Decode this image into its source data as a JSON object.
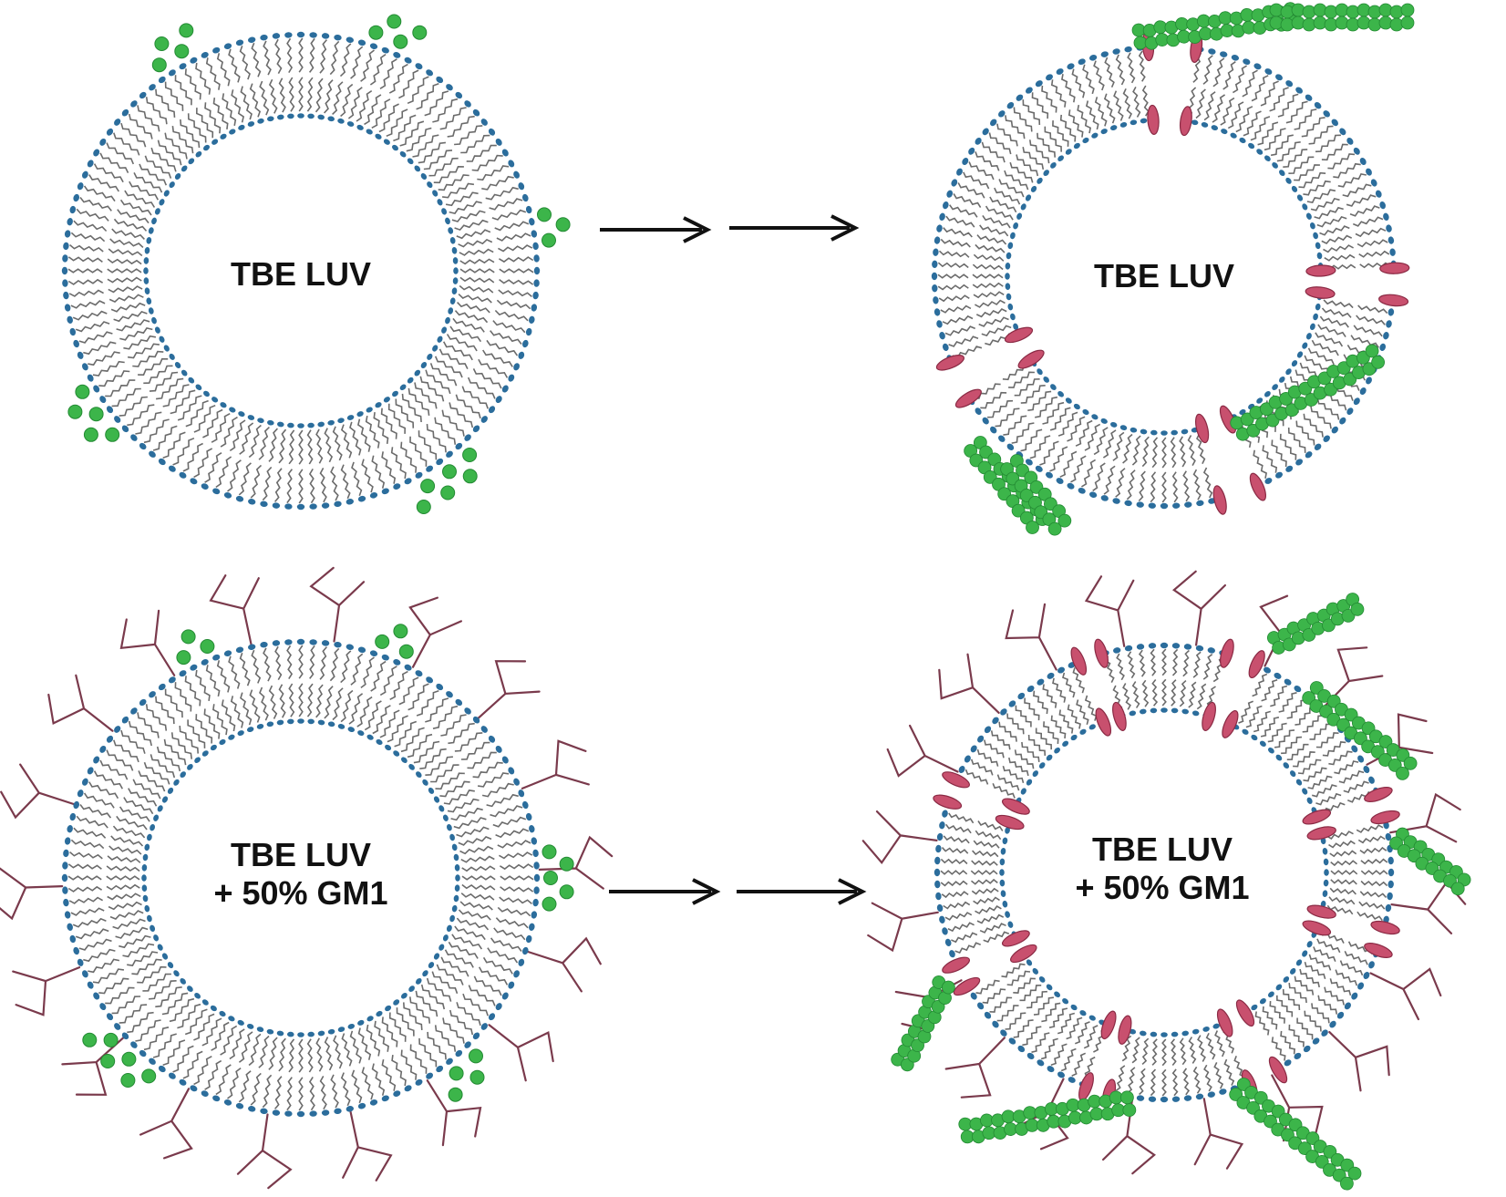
{
  "figure": {
    "panels": [
      {
        "id": "tl",
        "lines": [
          "TBE LUV"
        ],
        "state": "before",
        "gm1": false
      },
      {
        "id": "tr",
        "lines": [
          "TBE LUV"
        ],
        "state": "after",
        "gm1": false
      },
      {
        "id": "bl",
        "lines": [
          "TBE LUV",
          "+ 50% GM1"
        ],
        "state": "before",
        "gm1": true
      },
      {
        "id": "br",
        "lines": [
          "TBE LUV",
          "+ 50% GM1"
        ],
        "state": "after",
        "gm1": true
      }
    ],
    "colors": {
      "lipid_head": "#2b6d9c",
      "lipid_tail": "#6b6b6b",
      "monomer": "#3cb54a",
      "fibril": "#3cb54a",
      "pore": "#c8506e",
      "gm1": "#7a3a4c",
      "arrow": "#111111",
      "text": "#111111"
    }
  }
}
